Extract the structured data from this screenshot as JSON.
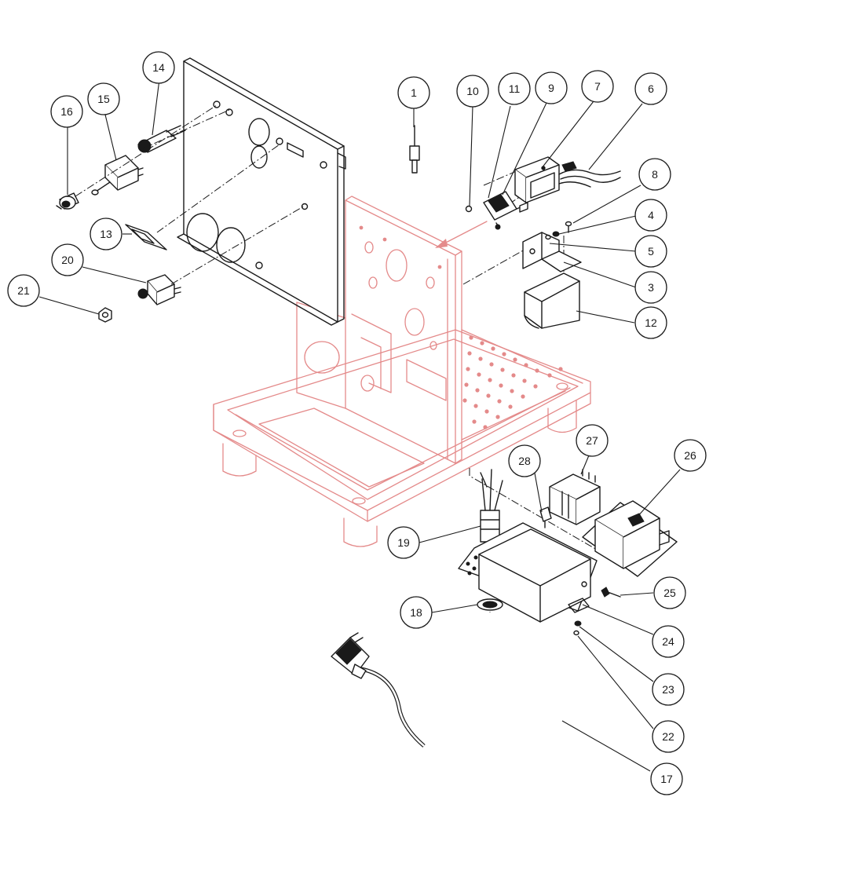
{
  "diagram": {
    "callouts": [
      {
        "label": "1"
      },
      {
        "label": "3"
      },
      {
        "label": "4"
      },
      {
        "label": "5"
      },
      {
        "label": "6"
      },
      {
        "label": "7"
      },
      {
        "label": "8"
      },
      {
        "label": "9"
      },
      {
        "label": "10"
      },
      {
        "label": "11"
      },
      {
        "label": "12"
      },
      {
        "label": "13"
      },
      {
        "label": "14"
      },
      {
        "label": "15"
      },
      {
        "label": "16"
      },
      {
        "label": "17"
      },
      {
        "label": "18"
      },
      {
        "label": "19"
      },
      {
        "label": "20"
      },
      {
        "label": "21"
      },
      {
        "label": "22"
      },
      {
        "label": "23"
      },
      {
        "label": "24"
      },
      {
        "label": "25"
      },
      {
        "label": "26"
      },
      {
        "label": "27"
      },
      {
        "label": "28"
      }
    ],
    "colors": {
      "line": "#1a1a1a",
      "reference_frame": "#e48a8a",
      "background": "#ffffff"
    }
  }
}
